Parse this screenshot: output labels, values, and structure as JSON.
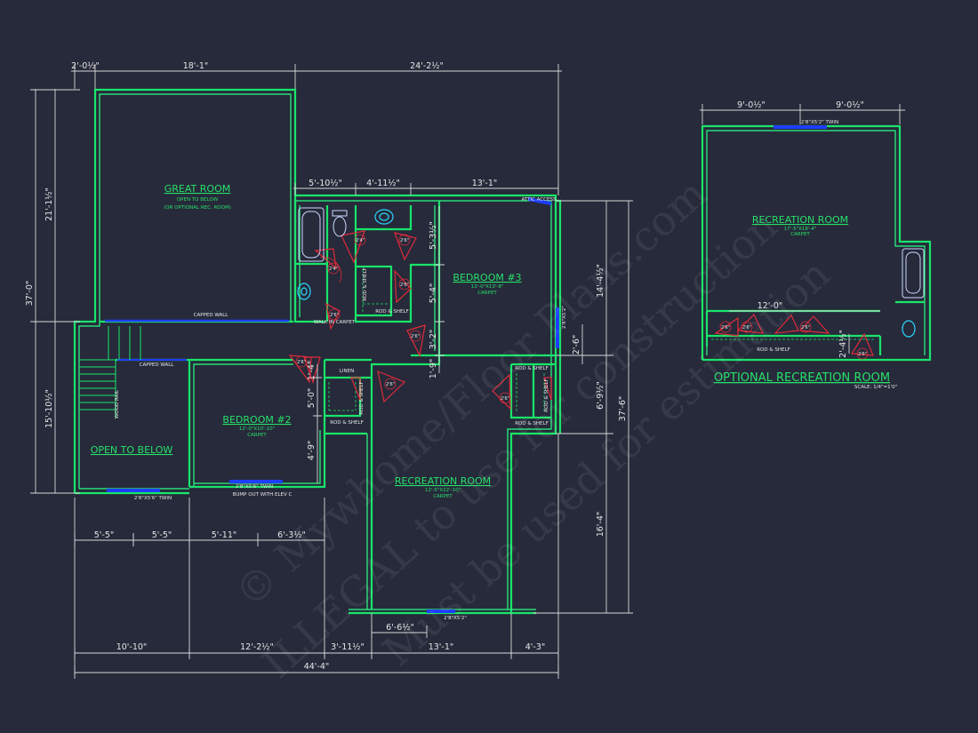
{
  "rooms": {
    "great_room": {
      "name": "GREAT ROOM",
      "note1": "OPEN TO BELOW",
      "note2": "(OR OPTIONAL REC. ROOM)"
    },
    "bedroom3": {
      "name": "BEDROOM #3",
      "size": "13'-0\"X13'-8\"",
      "floor": "CARPET"
    },
    "bedroom2": {
      "name": "BEDROOM #2",
      "size": "12'-0\"X10'-10\"",
      "floor": "CARPET"
    },
    "recreation": {
      "name": "RECREATION ROOM",
      "size": "12'-5\"X22'-10\"",
      "floor": "CARPET"
    },
    "open_below": {
      "name": "OPEN TO BELOW"
    },
    "opt_recreation": {
      "name": "RECREATION ROOM",
      "size": "17'-5\"X18'-4\"",
      "floor": "CARPET"
    }
  },
  "labels": {
    "capped_wall_1": "CAPPED WALL",
    "capped_wall_2": "CAPPED WALL",
    "attic_access": "ATTIC ACCESS",
    "linen": "LINEN",
    "rod_shelf_1": "ROD & SHELF",
    "rod_shelf_2": "ROD & SHELF",
    "rod_shelf_3": "ROD & SHELF",
    "rod_shelf_4": "ROD & SHELF",
    "rod_shelf_5": "ROD & SHELF",
    "rod_shelf_6": "ROD & SHELF",
    "rod_shelf_7": "ROD & SHELF",
    "opt_rod_shelf": "ROD & SHELF",
    "bump_out": "BUMP OUT WITH ELEV C",
    "wood_rail": "WOOD RAIL",
    "win_bed2": "2'8\"X5'6\" TWIN",
    "win_open": "2'8\"X5'6\" TWIN",
    "win_rec": "2'8\"X5'2\"",
    "win_bed3": "2'8\"X5'2\"",
    "win_opt": "2'8\"X5'2\" TWIN",
    "walk_in": "WALK IN CARPET"
  },
  "door_tags": [
    "2'4\"",
    "2'4\"",
    "2'6\"",
    "2'6\"",
    "2'6\"",
    "2'6\"",
    "2'6\"",
    "2'6\"",
    "2'6\"",
    "2'6\"",
    "2'6\"",
    "2'6\"",
    "2'6\""
  ],
  "dimensions": {
    "top_1": "2'-0½\"",
    "top_2": "18'-1\"",
    "top_3": "24'-2½\"",
    "inner_1": "5'-10½\"",
    "inner_2": "4'-11½\"",
    "inner_3": "13'-1\"",
    "left_1": "37'-0\"",
    "left_2": "21'-1½\"",
    "left_3": "15'-10½\"",
    "right_1": "14'-4½\"",
    "right_2": "6'-9½\"",
    "right_3": "37'-6\"",
    "right_4": "16'-4\"",
    "right_5": "2'-6\"",
    "b3_1": "5'-3½\"",
    "b3_2": "5'-4\"",
    "b3_3": "3'-2\"",
    "b3_4": "1'-9\"",
    "bed2_1": "5'-0\"",
    "bed2_2": "4'-9\"",
    "bed2_3": "1'-4\"",
    "mid_1": "5'-5\"",
    "mid_2": "5'-5\"",
    "mid_3": "5'-11\"",
    "mid_4": "6'-3½\"",
    "rec_1": "6'-6½\"",
    "bot_1": "10'-10\"",
    "bot_2": "12'-2½\"",
    "bot_3": "3'-11½\"",
    "bot_4": "13'-1\"",
    "bot_5": "4'-3\"",
    "bot_total": "44'-4\"",
    "opt_1": "9'-0½\"",
    "opt_2": "9'-0½\"",
    "opt_3": "12'-0\"",
    "opt_4": "2'-4½\""
  },
  "optional": {
    "title": "OPTIONAL RECREATION ROOM",
    "scale": "SCALE: 1/4\"=1'0\""
  },
  "watermark": {
    "line1": "© Mywhome/Floor Plans.com",
    "line2": "ILLEGAL to use for construction",
    "line3": "Must be used for estimation"
  },
  "colors": {
    "background": "#262a3a",
    "walls": "#19e56a",
    "windows": "#1f3dff",
    "doors": "#e02a3a",
    "dimensions": "#d8d8d8"
  }
}
